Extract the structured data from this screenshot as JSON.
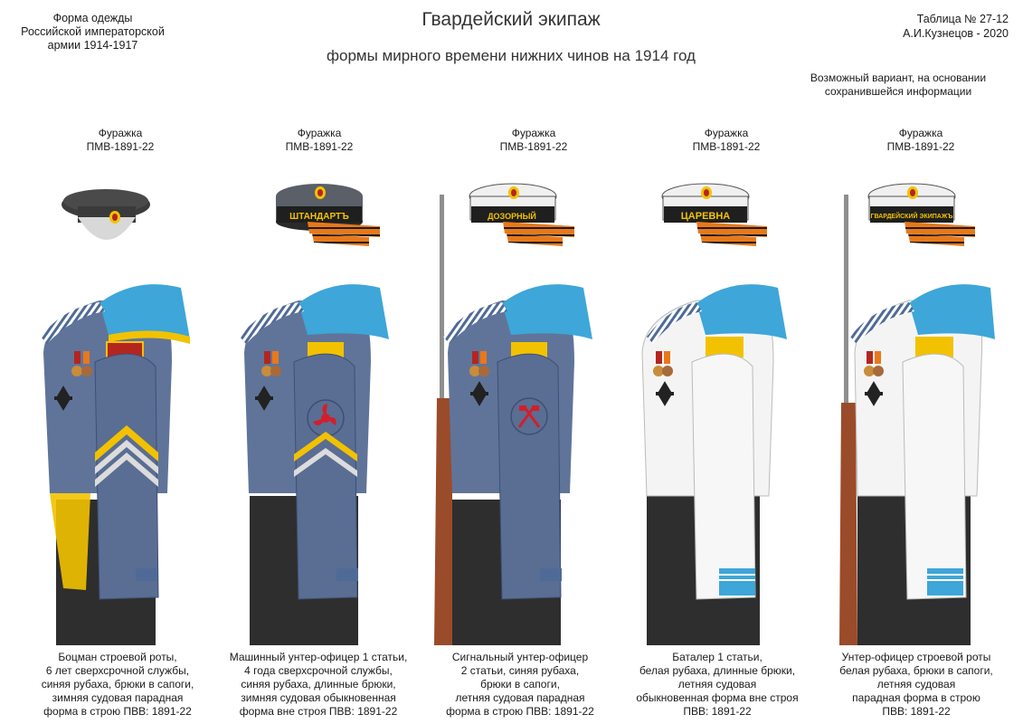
{
  "header": {
    "left_lines": [
      "Форма одежды",
      "Российской императорской",
      "армии  1914-1917"
    ],
    "title": "Гвардейский экипаж",
    "subtitle": "формы мирного времени нижних чинов  на 1914 год",
    "right_lines": [
      "Таблица № 27-12",
      "А.И.Кузнецов - 2020"
    ],
    "note_lines": [
      "Возможный вариант, на основании",
      "сохранившейся информации"
    ]
  },
  "colors": {
    "blue_uniform": "#60749a",
    "white_uniform": "#f4f4f4",
    "trousers": "#2e2e2e",
    "collar": "#3ea6d8",
    "gold": "#f2c200",
    "rifle_stock": "#9a4b2a",
    "ribbon_orange": "#e8791a"
  },
  "figures": [
    {
      "cap_label": [
        "Фуражка",
        "ПМВ-1891-22"
      ],
      "cap_type": "dark-visor",
      "ribbon_text": "",
      "shirt": "blue",
      "caption": [
        "Боцман строевой роты,",
        "6 лет сверхсрочной службы,",
        "синяя рубаха, брюки в сапоги,",
        "зимняя судовая парадная",
        "форма в строю  ПВВ: 1891-22"
      ]
    },
    {
      "cap_label": [
        "Фуражка",
        "ПМВ-1891-22"
      ],
      "cap_type": "dark-ribbon",
      "ribbon_text": "ШТАНДАРТЪ",
      "shirt": "blue",
      "caption": [
        "Машинный унтер-офицер 1 статьи,",
        "4 года сверхсрочной службы,",
        "синяя рубаха, длинные брюки,",
        "зимняя судовая обыкновенная",
        "форма вне строя  ПВВ: 1891-22"
      ]
    },
    {
      "cap_label": [
        "Фуражка",
        "ПМВ-1891-22"
      ],
      "cap_type": "white-ribbon",
      "ribbon_text": "ДОЗОРНЫЙ",
      "shirt": "blue",
      "caption": [
        "Сигнальный унтер-офицер",
        "2 статьи, синяя рубаха,",
        "брюки в сапоги,",
        "летняя судовая парадная",
        "форма в строю  ПВВ: 1891-22"
      ]
    },
    {
      "cap_label": [
        "Фуражка",
        "ПМВ-1891-22"
      ],
      "cap_type": "white-ribbon",
      "ribbon_text": "ЦАРЕВНА",
      "shirt": "white",
      "caption": [
        "Баталер 1 статьи,",
        "белая рубаха, длинные брюки,",
        "летняя судовая",
        "обыкновенная форма вне строя",
        "ПВВ: 1891-22"
      ]
    },
    {
      "cap_label": [
        "Фуражка",
        "ПМВ-1891-22"
      ],
      "cap_type": "white-ribbon",
      "ribbon_text": "ГВАРДЕЙСКИЙ ЭКИПАЖЪ",
      "shirt": "white",
      "caption": [
        "Унтер-офицер строевой роты",
        "белая рубаха, брюки в сапоги,",
        "летняя судовая",
        "парадная форма в строю",
        "ПВВ: 1891-22"
      ]
    }
  ]
}
